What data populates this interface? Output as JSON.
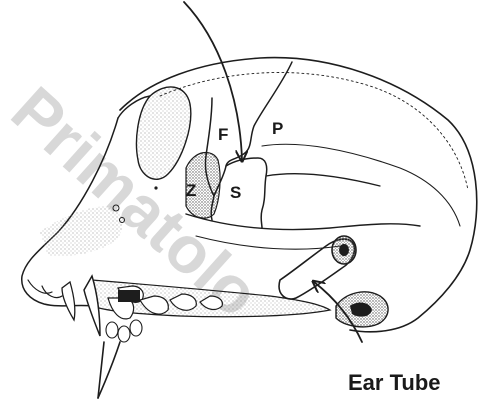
{
  "labels": {
    "frontal": "F",
    "parietal": "P",
    "zygomatic": "Z",
    "sphenoid": "S",
    "ear_tube": "Ear Tube"
  },
  "watermark": "Primatolo",
  "colors": {
    "ink": "#1d1d1d",
    "stipple": "#8a8a8a",
    "watermark": "#d8d8d8",
    "background": "#ffffff"
  }
}
